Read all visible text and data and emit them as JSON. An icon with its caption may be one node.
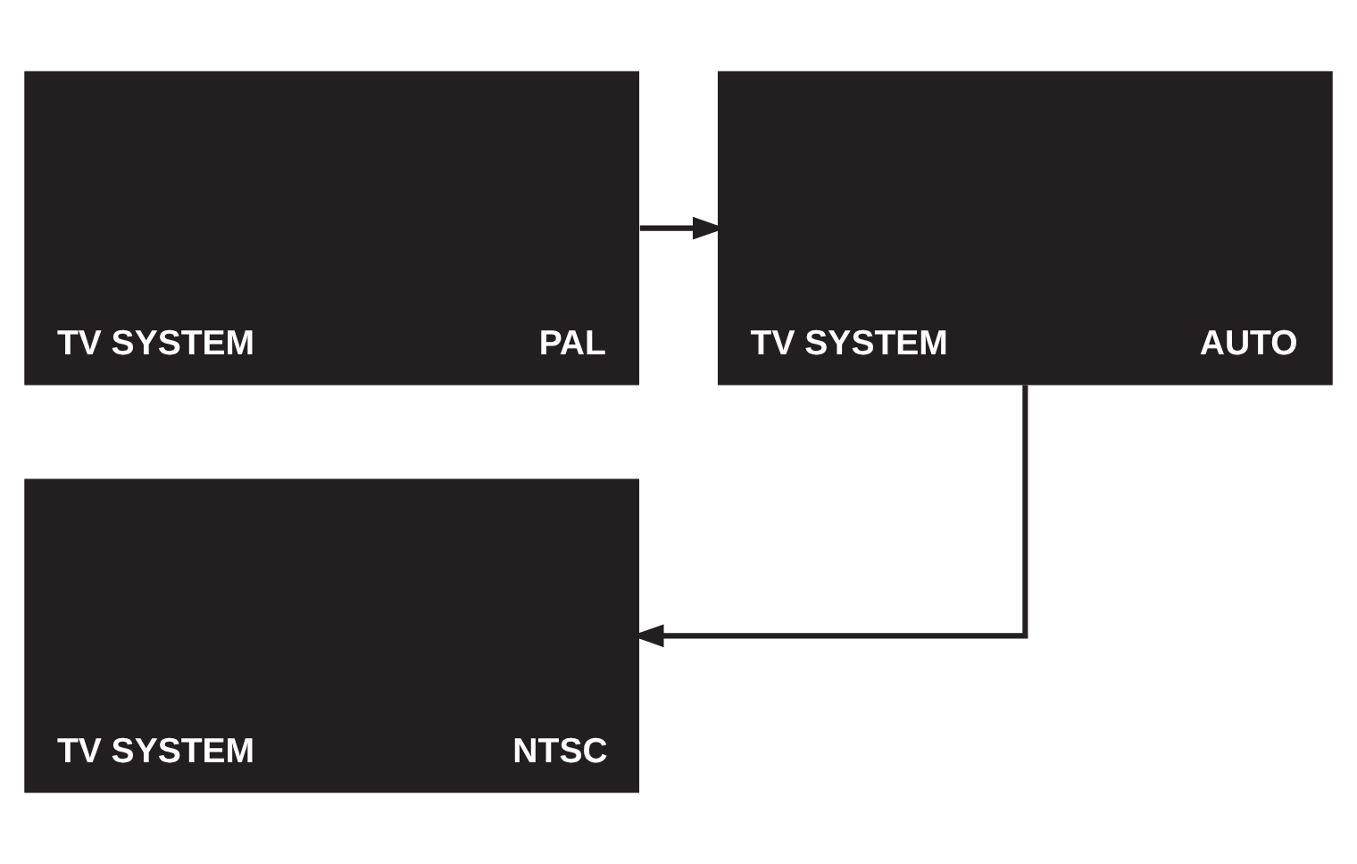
{
  "diagram": {
    "nodes": [
      {
        "text": [
          "TV SYSTEM",
          "PAL"
        ]
      },
      {
        "text": [
          "TV SYSTEM",
          "AUTO"
        ]
      },
      {
        "text": [
          "TV SYSTEM",
          "NTSC"
        ]
      }
    ],
    "edges": [
      {
        "from": 0,
        "to": 1,
        "arrow": "to"
      },
      {
        "from": 1,
        "to": 2,
        "arrow": "to"
      }
    ]
  }
}
